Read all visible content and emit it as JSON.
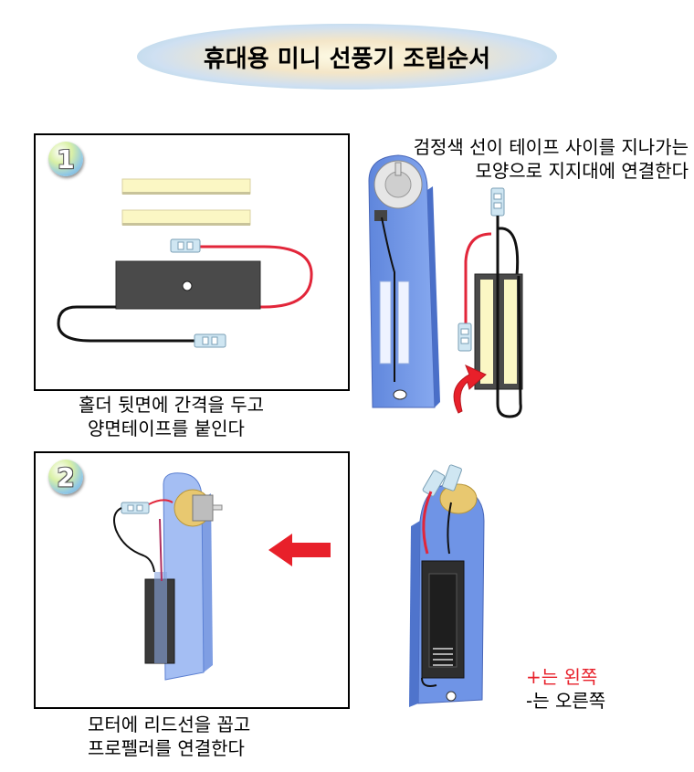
{
  "title": "휴대용 미니 선풍기 조립순서",
  "step1": {
    "badge": "1",
    "caption_line1": "홀더 뒷면에 간격을 두고",
    "caption_line2": "양면테이프를 붙인다"
  },
  "step1_side": {
    "caption_line1": "검정색 선이 테이프 사이를 지나가는",
    "caption_line2": "모양으로 지지대에 연결한다"
  },
  "step2": {
    "badge": "2",
    "caption_line1": "모터에 리드선을 꼽고",
    "caption_line2": "프로펠러를 연결한다"
  },
  "polarity": {
    "plus_note": "+는 왼쪽",
    "minus_note": "-는 오른쪽"
  },
  "colors": {
    "wire_red": "#e2263a",
    "wire_black": "#111111",
    "tape_yellow": "#fbf7c4",
    "holder_gray": "#4a4a4a",
    "support_blue": "#6f94e6",
    "arrow_red": "#e8202a",
    "plus_text": "#e8202a"
  }
}
